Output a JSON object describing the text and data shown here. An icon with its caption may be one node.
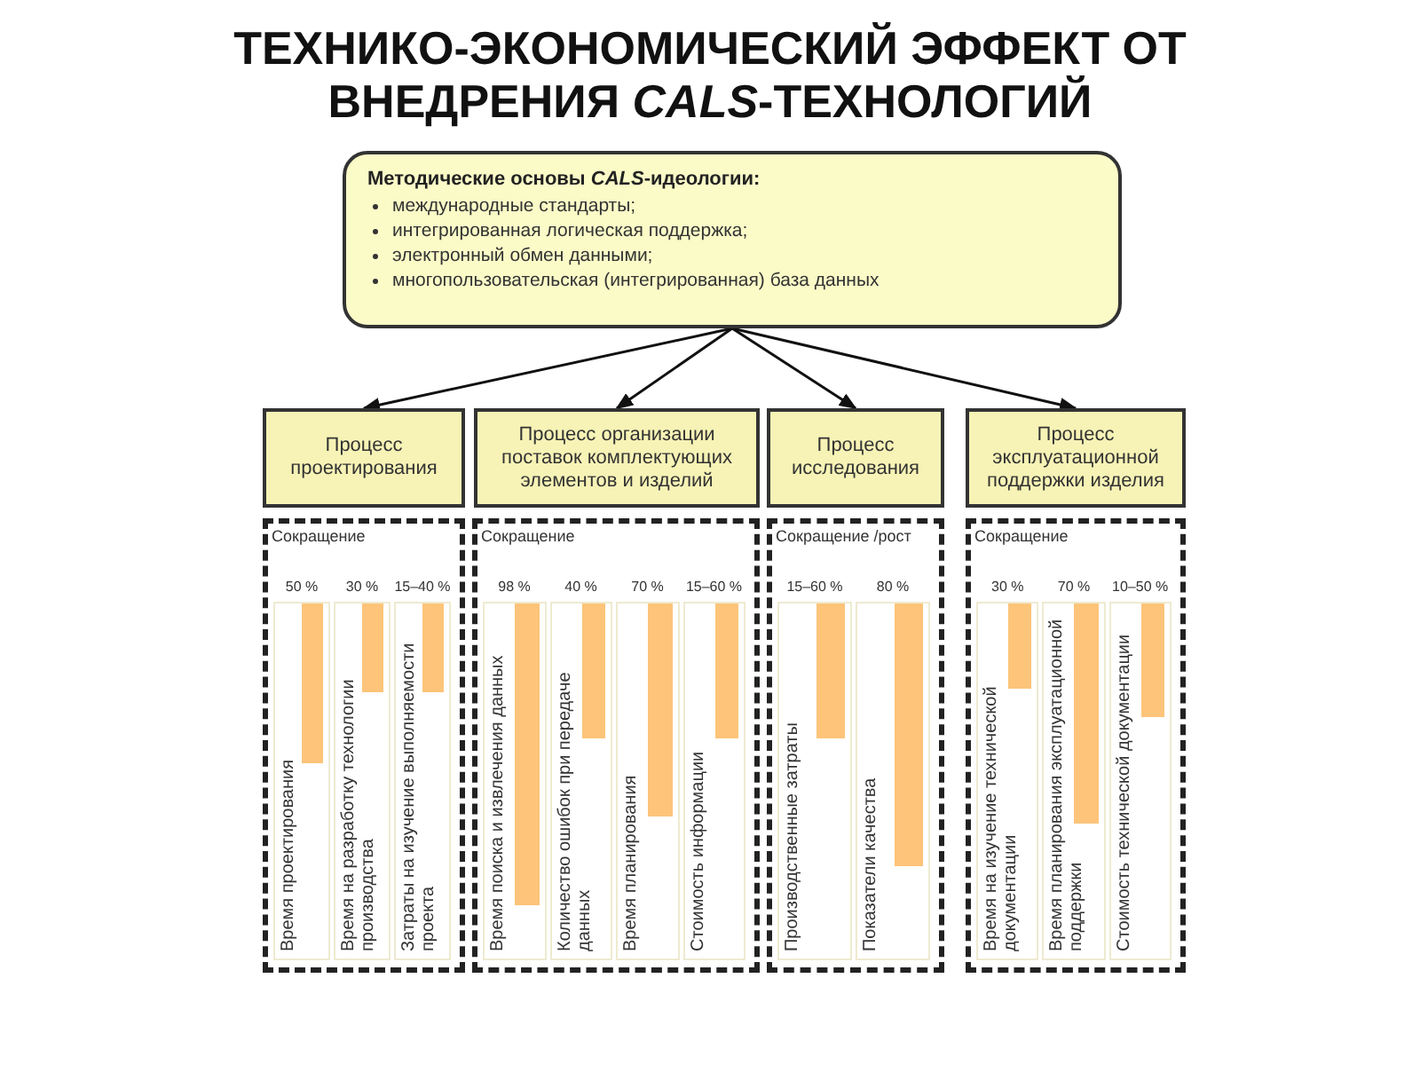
{
  "diagram": {
    "title": "ТЕХНИКО-ЭКОНОМИЧЕСКИЙ ЭФФЕКТ ОТ ВНЕДРЕНИЯ *CALS*-ТЕХНОЛОГИЙ",
    "nodes": [
      {
        "text": [
          "Методические основы *CALS*-идеологии:",
          "международные стандарты;",
          "интегрированная логическая поддержка;",
          "электронный обмен данными;",
          "многопользовательская (интегрированная) база данных"
        ]
      },
      {
        "text": [
          "Процесс проектирования"
        ]
      },
      {
        "text": [
          "Сокращение"
        ]
      },
      {
        "text": [
          "Время проектирования"
        ],
        "in": 2,
        "beside": [
          "50 %"
        ]
      },
      {
        "text": [
          "Время на разработку технологии производства"
        ],
        "in": 2,
        "beside": [
          "30 %"
        ]
      },
      {
        "text": [
          "Затраты на изучение выполняемости проекта"
        ],
        "in": 2,
        "beside": [
          "15–40 %"
        ]
      },
      {
        "text": [
          "Процесс организации поставок комплектующих элементов и изделий"
        ]
      },
      {
        "text": [
          "Сокращение"
        ]
      },
      {
        "text": [
          "Время поиска и извлечения данных"
        ],
        "in": 7,
        "beside": [
          "98 %"
        ]
      },
      {
        "text": [
          "Количество ошибок при передаче данных"
        ],
        "in": 7,
        "beside": [
          "40 %"
        ]
      },
      {
        "text": [
          "Время планирования"
        ],
        "in": 7,
        "beside": [
          "70 %"
        ]
      },
      {
        "text": [
          "Стоимость информации"
        ],
        "in": 7,
        "beside": [
          "15–60 %"
        ]
      },
      {
        "text": [
          "Процесс исследования"
        ]
      },
      {
        "text": [
          "Сокращение /рост"
        ]
      },
      {
        "text": [
          "Производственные затраты"
        ],
        "in": 13,
        "beside": [
          "15–60 %"
        ]
      },
      {
        "text": [
          "Показатели качества"
        ],
        "in": 13,
        "beside": [
          "80 %"
        ]
      },
      {
        "text": [
          "Процесс эксплуатационной поддержки изделия"
        ]
      },
      {
        "text": [
          "Сокращение"
        ]
      },
      {
        "text": [
          "Время на изучение технической документации"
        ],
        "in": 17,
        "beside": [
          "30 %"
        ]
      },
      {
        "text": [
          "Время планирования эксплуатационной поддержки"
        ],
        "in": 17,
        "beside": [
          "70 %"
        ]
      },
      {
        "text": [
          "Стоимость технической документации"
        ],
        "in": 17,
        "beside": [
          "10–50 %"
        ]
      },
      {
        "text": [],
        "shape": "bar",
        "in": 3
      },
      {
        "text": [],
        "shape": "bar",
        "in": 4
      },
      {
        "text": [],
        "shape": "bar",
        "in": 5
      },
      {
        "text": [],
        "shape": "bar",
        "in": 8
      },
      {
        "text": [],
        "shape": "bar",
        "in": 9
      },
      {
        "text": [],
        "shape": "bar",
        "in": 10
      },
      {
        "text": [],
        "shape": "bar",
        "in": 11
      },
      {
        "text": [],
        "shape": "bar",
        "in": 14
      },
      {
        "text": [],
        "shape": "bar",
        "in": 15
      },
      {
        "text": [],
        "shape": "bar",
        "in": 18
      },
      {
        "text": [],
        "shape": "bar",
        "in": 19
      },
      {
        "text": [],
        "shape": "bar",
        "in": 20
      }
    ],
    "edges": [
      {
        "from": 0,
        "to": 1,
        "arrow": "to"
      },
      {
        "from": 0,
        "to": 6,
        "arrow": "to"
      },
      {
        "from": 0,
        "to": 12,
        "arrow": "to"
      },
      {
        "from": 0,
        "to": 16,
        "arrow": "to"
      }
    ]
  }
}
